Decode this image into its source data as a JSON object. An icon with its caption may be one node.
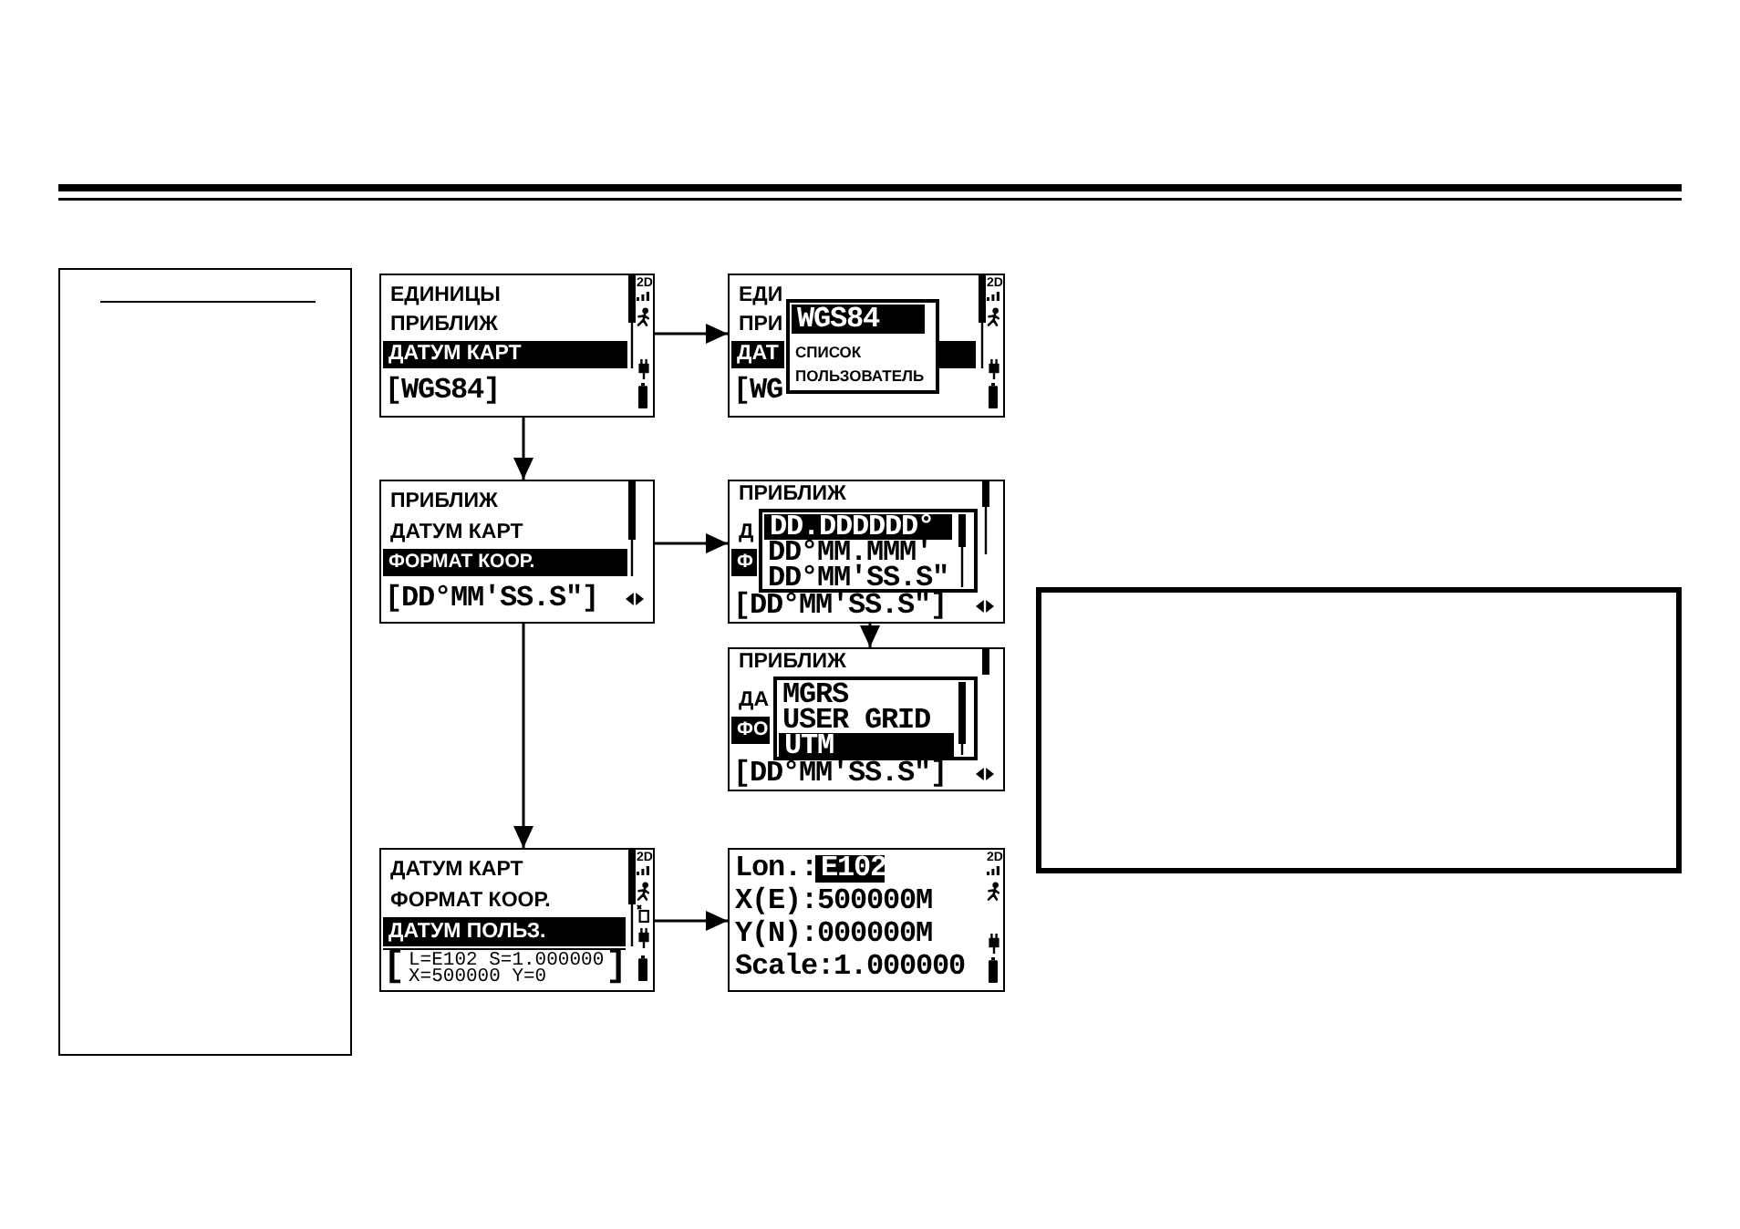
{
  "diagram": {
    "nodes": [
      {
        "text": [],
        "shape": "box"
      },
      {
        "text": [
          "ЕДИНИЦЫ",
          "ПРИБЛИЖ",
          "ДАТУМ КАРТ",
          "[WGS84]",
          "2D"
        ]
      },
      {
        "text": [
          "ЕДИ",
          "ПРИ",
          "ДАТ",
          "[WG",
          "2D"
        ]
      },
      {
        "text": [
          "WGS84",
          "СПИСОК",
          "ПОЛЬЗОВАТЕЛЬ"
        ],
        "in": 2
      },
      {
        "text": [
          "ПРИБЛИЖ",
          "ДАТУМ КАРТ",
          "ФОРМАТ КООР.",
          "[DD°MM'SS.S\"]"
        ]
      },
      {
        "text": [
          "ПРИБЛИЖ",
          "Д",
          "Ф",
          "[DD°MM'SS.S\"]"
        ]
      },
      {
        "text": [
          "DD.DDDDDD°",
          "DD°MM.MMM'",
          "DD°MM'SS.S\""
        ],
        "in": 5
      },
      {
        "text": [],
        "shape": "box"
      },
      {
        "text": [
          "ПРИБЛИЖ",
          "ДА",
          "ФО",
          "[DD°MM'SS.S\"]"
        ]
      },
      {
        "text": [
          "MGRS",
          "USER GRID",
          "UTM"
        ],
        "in": 8
      },
      {
        "text": [
          "ДАТУМ КАРТ",
          "ФОРМАТ КООР.",
          "ДАТУМ ПОЛЬЗ.",
          "[",
          "L=E102 S=1.000000",
          "X=500000 Y=0",
          "]",
          "2D"
        ]
      },
      {
        "text": [
          "Lon.:",
          "E102",
          "X(E):500000M",
          "Y(N):000000M",
          "Scale:1.000000",
          "2D"
        ]
      }
    ],
    "edges": [
      {
        "from": 1,
        "to": 2,
        "arrow": "to"
      },
      {
        "from": 1,
        "to": 4,
        "arrow": "to"
      },
      {
        "from": 4,
        "to": 5,
        "arrow": "to"
      },
      {
        "from": 4,
        "to": 10,
        "arrow": "to"
      },
      {
        "from": 5,
        "to": 8,
        "arrow": "to"
      },
      {
        "from": 10,
        "to": 11,
        "arrow": "to"
      }
    ]
  }
}
